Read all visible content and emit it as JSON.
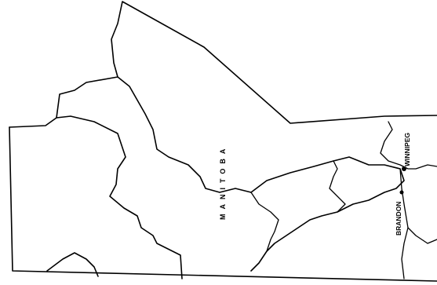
{
  "map": {
    "province_label": "MANITOBA",
    "cities": [
      {
        "name": "WINNIPEG"
      },
      {
        "name": "BRANDON"
      }
    ],
    "line_color": "#000000",
    "background_color": "#ffffff"
  }
}
